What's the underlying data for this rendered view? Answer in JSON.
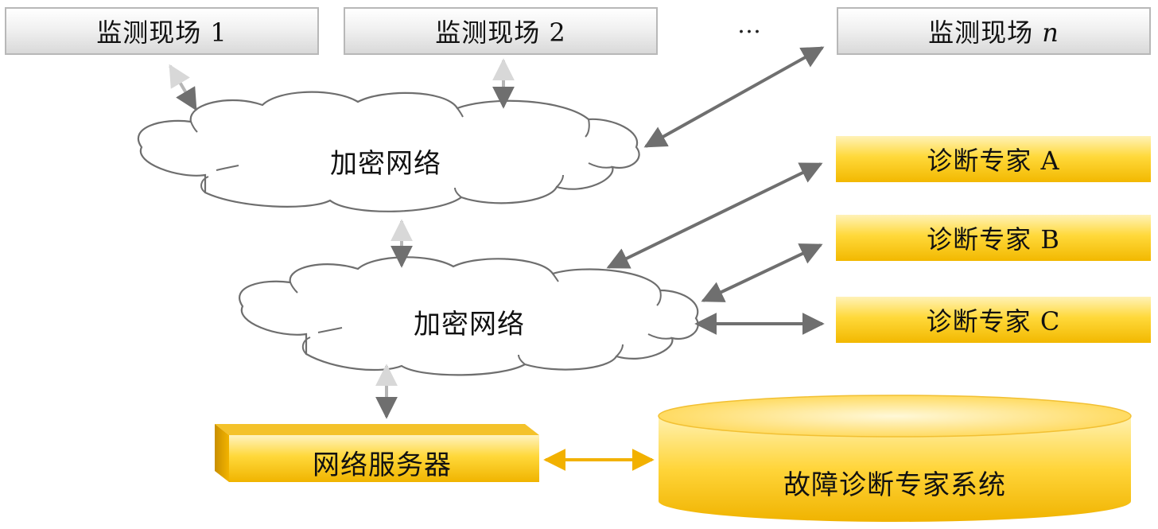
{
  "monitoring_sites": [
    {
      "label": "监测现场 1"
    },
    {
      "label": "监测现场 2"
    },
    {
      "label_prefix": "监测现场 ",
      "label_var": "n"
    }
  ],
  "ellipsis": "…",
  "clouds": [
    {
      "label": "加密网络"
    },
    {
      "label": "加密网络"
    }
  ],
  "experts": [
    {
      "label": "诊断专家 A"
    },
    {
      "label": "诊断专家 B"
    },
    {
      "label": "诊断专家 C"
    }
  ],
  "server": {
    "label": "网络服务器"
  },
  "database": {
    "label": "故障诊断专家系统"
  },
  "colors": {
    "site_border": "#b8b8b8",
    "site_fill_top": "#ffffff",
    "site_fill_bottom": "#d9d9d9",
    "expert_fill_top": "#fff2b8",
    "expert_fill_bottom": "#f2b800",
    "arrow_dark": "#707070",
    "arrow_light": "#c8c8c8",
    "arrow_orange": "#f5b400",
    "cloud_stroke": "#6e6e6e"
  }
}
